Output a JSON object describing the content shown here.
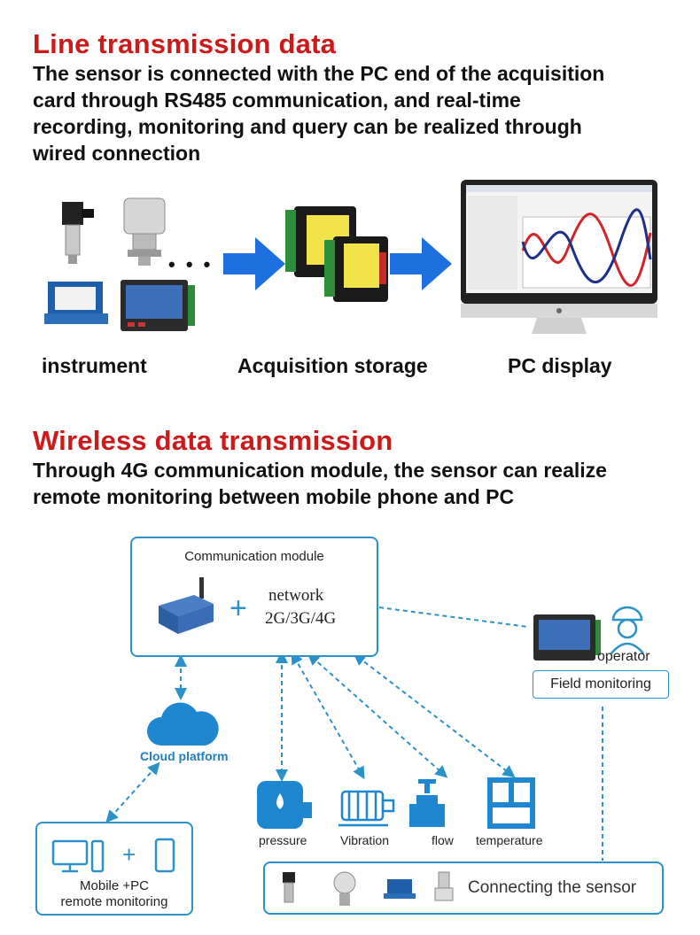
{
  "wired": {
    "title": "Line transmission data",
    "description_lines": [
      "The sensor is connected with the PC end of the acquisition",
      "card through RS485 communication, and real-time",
      "recording, monitoring and query can be realized through",
      "wired connection"
    ],
    "captions": {
      "instrument": "instrument",
      "acquisition": "Acquisition storage",
      "pc": "PC display"
    },
    "ellipsis": "• • •"
  },
  "wireless": {
    "title": "Wireless data transmission",
    "description_lines": [
      "Through 4G communication module, the sensor can realize",
      "remote monitoring between mobile phone and PC"
    ]
  },
  "diagram": {
    "comm_module": {
      "title": "Communication module",
      "plus": "+",
      "network": "network",
      "bands": "2G/3G/4G"
    },
    "field": {
      "operator": "operator",
      "label": "Field monitoring"
    },
    "cloud": {
      "label": "Cloud platform"
    },
    "remote": {
      "plus": "+",
      "line1": "Mobile +PC",
      "line2": "remote monitoring"
    },
    "sensors": {
      "pressure": "pressure",
      "vibration": "Vibration",
      "flow": "flow",
      "temperature": "temperature"
    },
    "connecting": {
      "label": "Connecting the sensor"
    }
  },
  "colors": {
    "heading_red": "#cc1a1a",
    "accent_blue": "#2a92c8",
    "arrow_blue": "#1e6fe0"
  }
}
